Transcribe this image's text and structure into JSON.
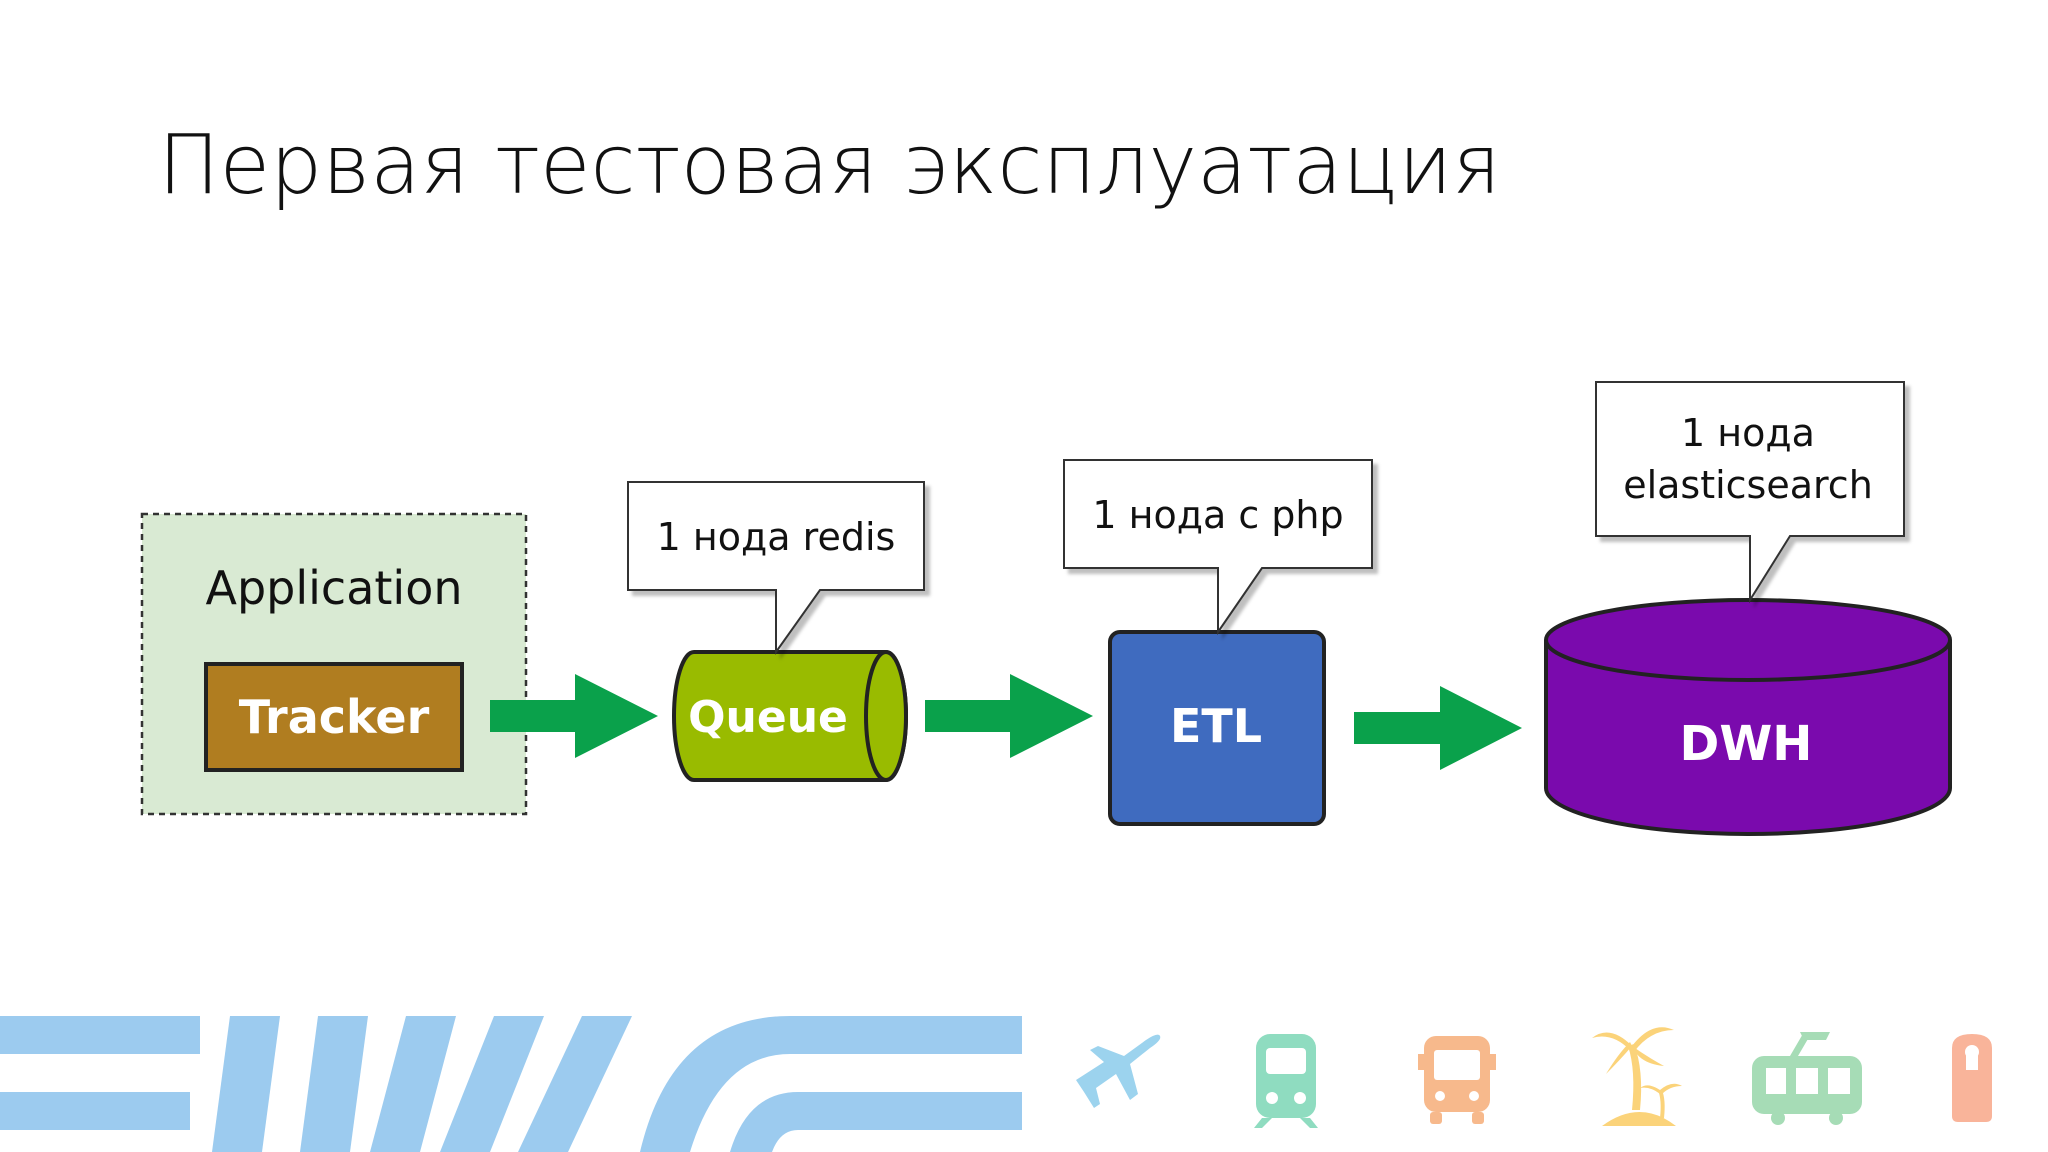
{
  "slide": {
    "title": "Первая тестовая эксплуатация"
  },
  "diagram": {
    "application": {
      "label": "Application",
      "tracker_label": "Tracker"
    },
    "queue": {
      "label": "Queue",
      "callout": "1 нода redis"
    },
    "etl": {
      "label": "ETL",
      "callout": "1 нода с php"
    },
    "dwh": {
      "label": "DWH",
      "callout_line1": "1 нода",
      "callout_line2": "elasticsearch"
    }
  },
  "colors": {
    "application_bg": "#d9ead3",
    "tracker": "#b07d20",
    "queue": "#99bb00",
    "etl": "#3f6bbf",
    "dwh": "#7a0aad",
    "arrow": "#0aa14b",
    "stripes": "#9ccbef"
  },
  "footer_icons": [
    "airplane-icon",
    "train-icon",
    "bus-icon",
    "palm-island-icon",
    "tram-icon",
    "door-hanger-icon"
  ]
}
